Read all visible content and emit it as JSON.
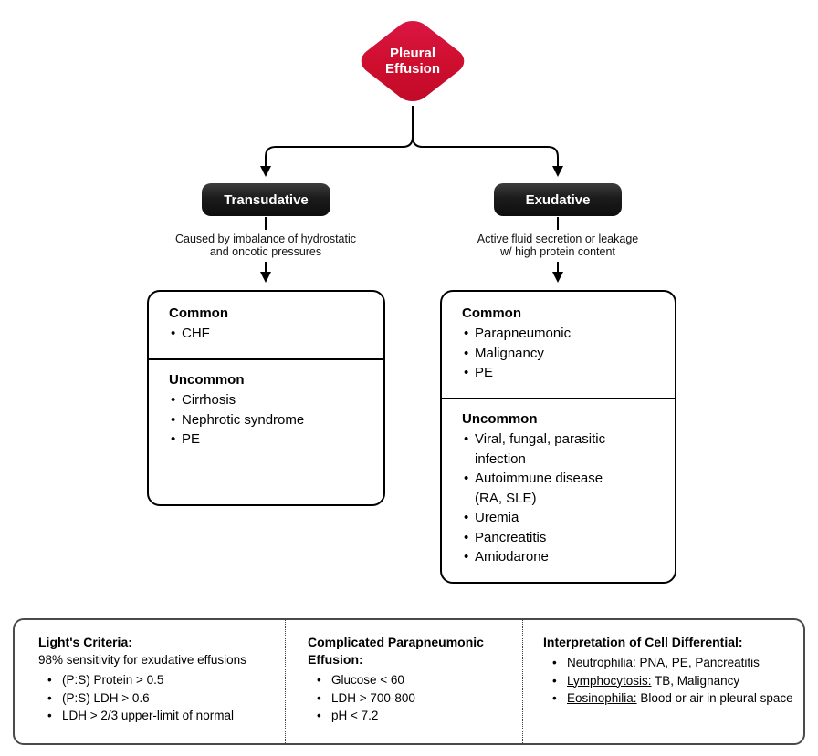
{
  "root": {
    "label": "Pleural Effusion"
  },
  "transudative": {
    "label": "Transudative",
    "caption": [
      "Caused by imbalance of hydrostatic",
      "and oncotic pressures"
    ],
    "sections": {
      "common": {
        "title": "Common",
        "items": [
          "CHF"
        ]
      },
      "uncommon": {
        "title": "Uncommon",
        "items": [
          "Cirrhosis",
          "Nephrotic syndrome",
          "PE"
        ]
      }
    }
  },
  "exudative": {
    "label": "Exudative",
    "caption": [
      "Active fluid secretion or leakage",
      "w/ high protein content"
    ],
    "sections": {
      "common": {
        "title": "Common",
        "items": [
          "Parapneumonic",
          "Malignancy",
          "PE"
        ]
      },
      "uncommon": {
        "title": "Uncommon",
        "items": [
          "Viral, fungal, parasitic\ninfection",
          "Autoimmune disease\n(RA, SLE)",
          "Uremia",
          "Pancreatitis",
          "Amiodarone"
        ]
      }
    }
  },
  "footer": {
    "lights": {
      "title": "Light's Criteria:",
      "subtitle": "98% sensitivity for exudative effusions",
      "items": [
        "(P:S) Protein > 0.5",
        "(P:S) LDH > 0.6",
        "LDH > 2/3 upper-limit of normal"
      ]
    },
    "complicated": {
      "title": "Complicated Parapneumonic Effusion:",
      "items": [
        "Glucose < 60",
        "LDH > 700-800",
        "pH < 7.2"
      ]
    },
    "cell_diff": {
      "title": "Interpretation of Cell Differential:",
      "items": [
        {
          "lead": "Neutrophilia:",
          "rest": " PNA, PE, Pancreatitis"
        },
        {
          "lead": "Lymphocytosis:",
          "rest": " TB, Malignancy"
        },
        {
          "lead": "Eosinophilia:",
          "rest": " Blood or air in pleural space"
        }
      ]
    }
  },
  "colors": {
    "accent_red": "#ce0e2d",
    "node_black": "#1a1a1a",
    "line_black": "#000000",
    "footer_border": "#4a4a4a"
  }
}
